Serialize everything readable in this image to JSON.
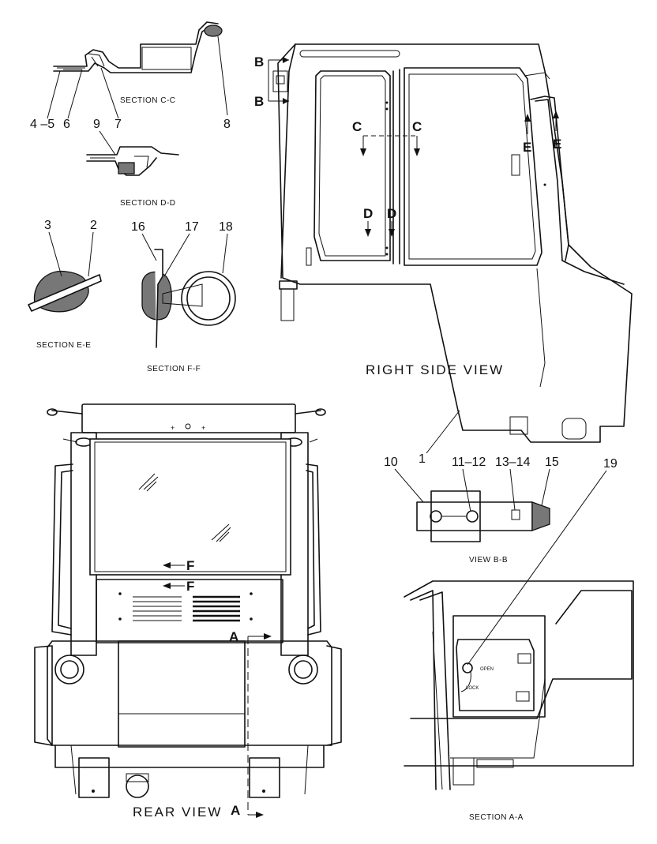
{
  "section_captions": {
    "c": "SECTION C-C",
    "d": "SECTION D-D",
    "e": "SECTION E-E",
    "f": "SECTION F-F",
    "a": "SECTION  A-A"
  },
  "view_captions": {
    "right_side": "RIGHT  SIDE  VIEW",
    "rear": "REAR  VIEW",
    "b": "VIEW B-B"
  },
  "part_numbers": {
    "p1": "1",
    "p2": "2",
    "p3": "3",
    "p4_5": "4 –5",
    "p6": "6",
    "p7": "7",
    "p8": "8",
    "p9": "9",
    "p10": "10",
    "p11_12": "11–12",
    "p13_14": "13–14",
    "p15": "15",
    "p16": "16",
    "p17": "17",
    "p18": "18",
    "p19": "19"
  },
  "section_marks": {
    "b": "B",
    "c": "C",
    "d": "D",
    "e": "E",
    "f": "F",
    "a": "A"
  },
  "decal_text": {
    "open": "OPEN",
    "lock": "LOCK"
  }
}
